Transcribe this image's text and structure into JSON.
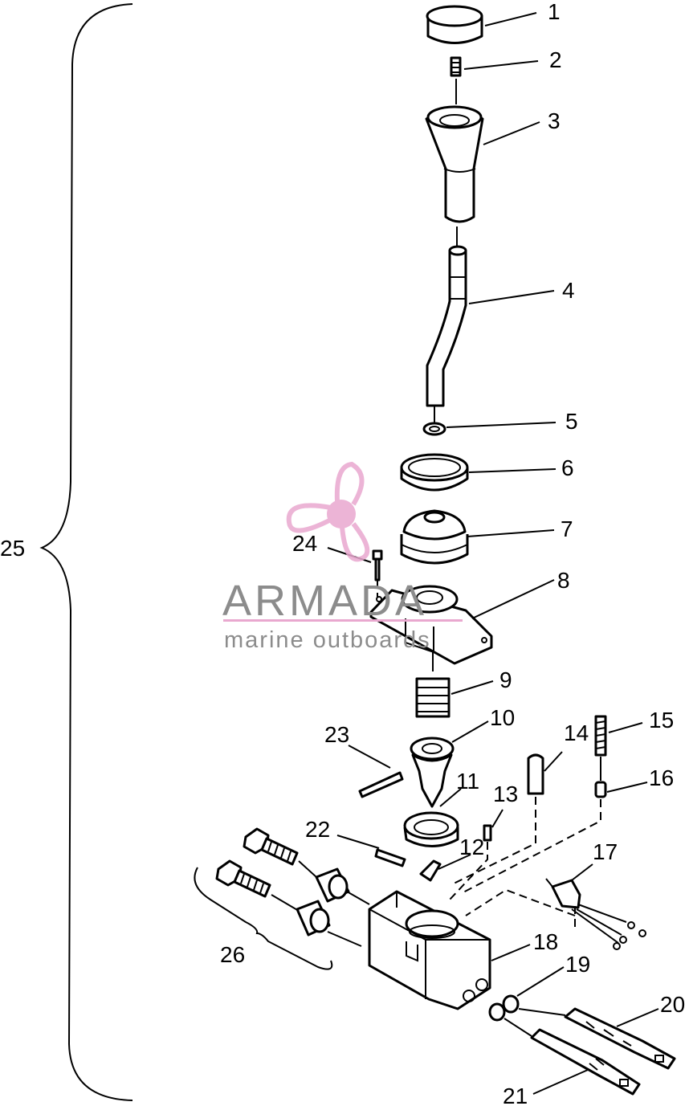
{
  "labels": {
    "l1": "1",
    "l2": "2",
    "l3": "3",
    "l4": "4",
    "l5": "5",
    "l6": "6",
    "l7": "7",
    "l8": "8",
    "l9": "9",
    "l10": "10",
    "l11": "11",
    "l12": "12",
    "l13": "13",
    "l14": "14",
    "l15": "15",
    "l16": "16",
    "l17": "17",
    "l18": "18",
    "l19": "19",
    "l20": "20",
    "l21": "21",
    "l22": "22",
    "l23": "23",
    "l24": "24",
    "l25": "25",
    "l26": "26"
  },
  "watermark": {
    "brand": "ARMADA",
    "tagline": "marine outboards",
    "color": "#e9a8cf"
  }
}
